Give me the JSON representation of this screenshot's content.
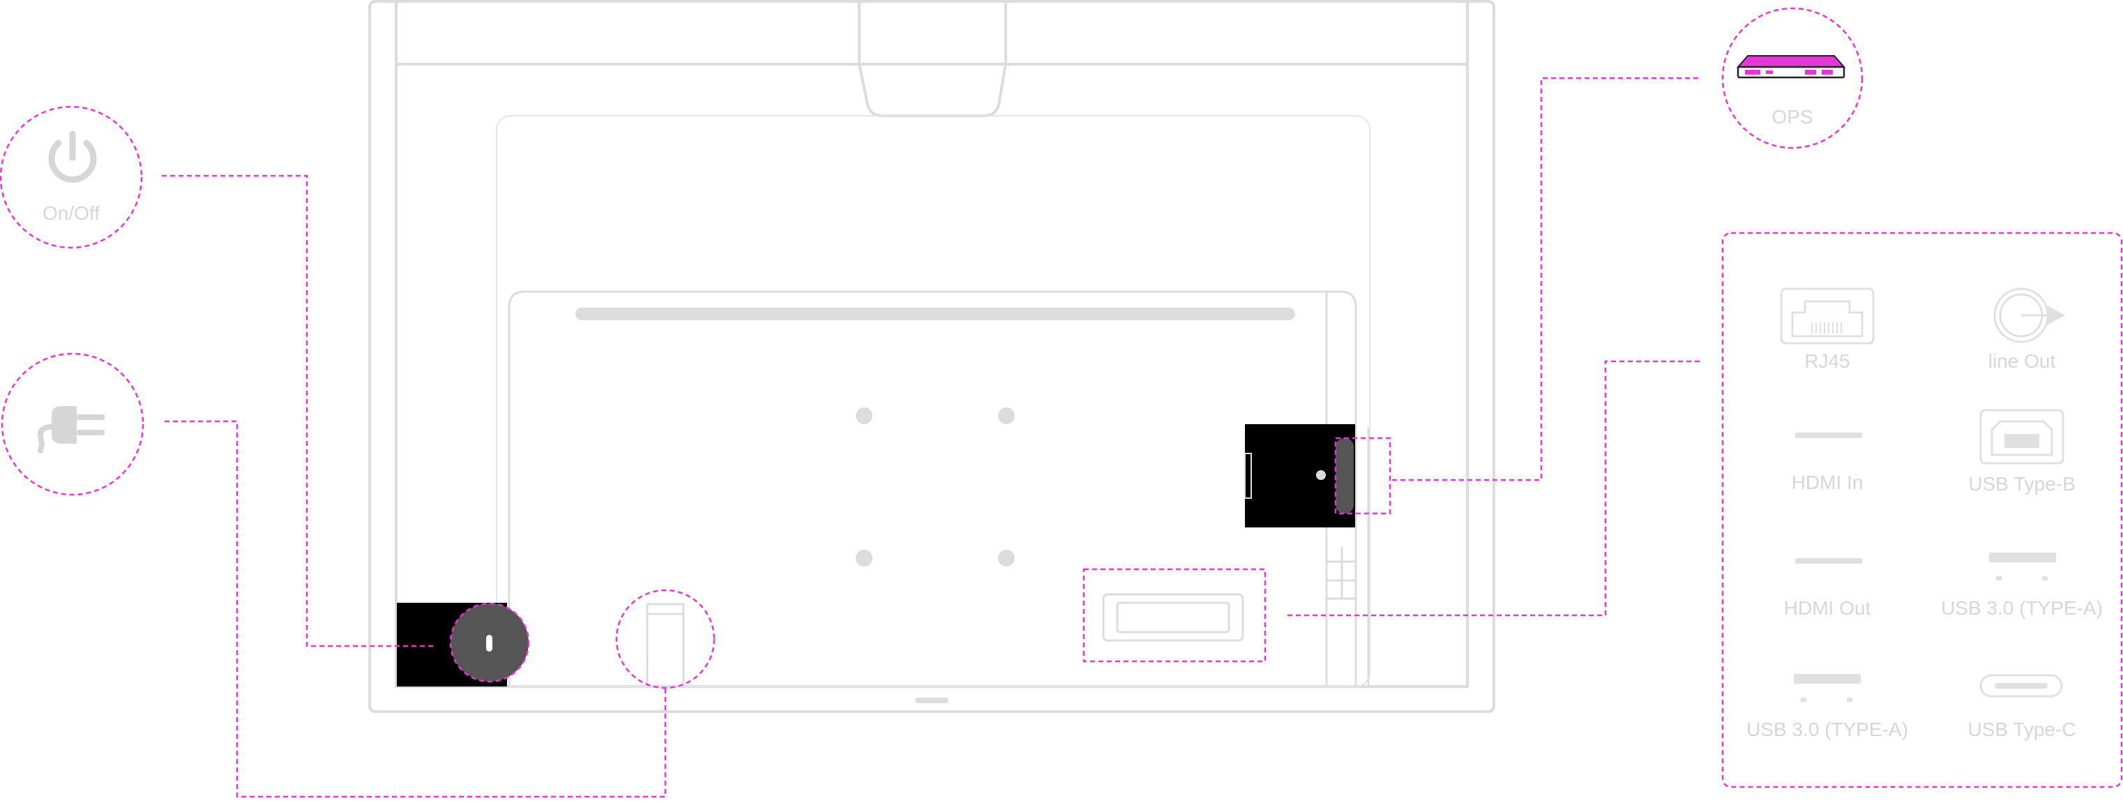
{
  "colors": {
    "accent": "#e833d6",
    "outline": "#dcdcdc",
    "label": "#d6d6d6",
    "port_fill": "#000000",
    "button_fill": "#555555",
    "ops_fill": "#e833d6"
  },
  "callouts": {
    "power_button": {
      "label": "On/Off",
      "icon": "power-icon"
    },
    "power_cord": {
      "label": "",
      "icon": "plug-icon"
    },
    "ops": {
      "label": "OPS",
      "icon": "ops-module-icon"
    }
  },
  "port_panel": {
    "items": [
      {
        "label": "RJ45",
        "icon": "rj45-port-icon"
      },
      {
        "label": "line Out",
        "icon": "line-out-icon"
      },
      {
        "label": "HDMI In",
        "icon": "hdmi-in-icon"
      },
      {
        "label": "USB Type-B",
        "icon": "usb-type-b-icon"
      },
      {
        "label": "HDMI Out",
        "icon": "hdmi-out-icon"
      },
      {
        "label": "USB 3.0 (TYPE-A)",
        "icon": "usb-a-icon"
      },
      {
        "label": "USB 3.0 (TYPE-A)",
        "icon": "usb-a-icon"
      },
      {
        "label": "USB Type-C",
        "icon": "usb-type-c-icon"
      }
    ]
  }
}
